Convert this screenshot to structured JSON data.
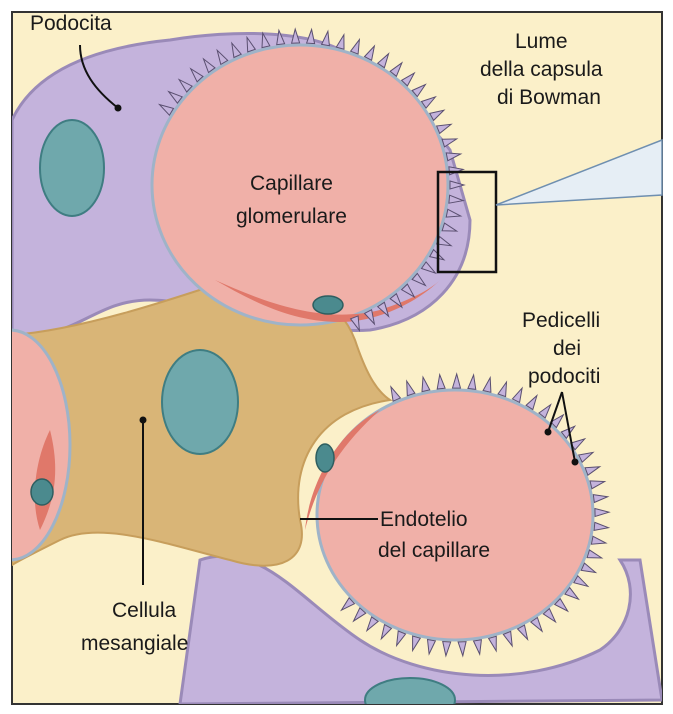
{
  "labels": {
    "podocita": "Podocita",
    "lume_1": "Lume",
    "lume_2": "della capsula",
    "lume_3": "di Bowman",
    "capillare_1": "Capillare",
    "capillare_2": "glomerulare",
    "pedicelli_1": "Pedicelli",
    "pedicelli_2": "dei",
    "pedicelli_3": "podociti",
    "endotelio_1": "Endotelio",
    "endotelio_2": "del capillare",
    "cellula_1": "Cellula",
    "cellula_2": "mesangiale"
  },
  "colors": {
    "background": "#fbf0c9",
    "podocyte": "#c4b3dc",
    "podocyte_edge": "#9a8ab8",
    "capillary": "#f0b0a8",
    "endothelium": "#e0786a",
    "mesangial": "#d9b577",
    "nucleus": "#6fa8ac"
  }
}
